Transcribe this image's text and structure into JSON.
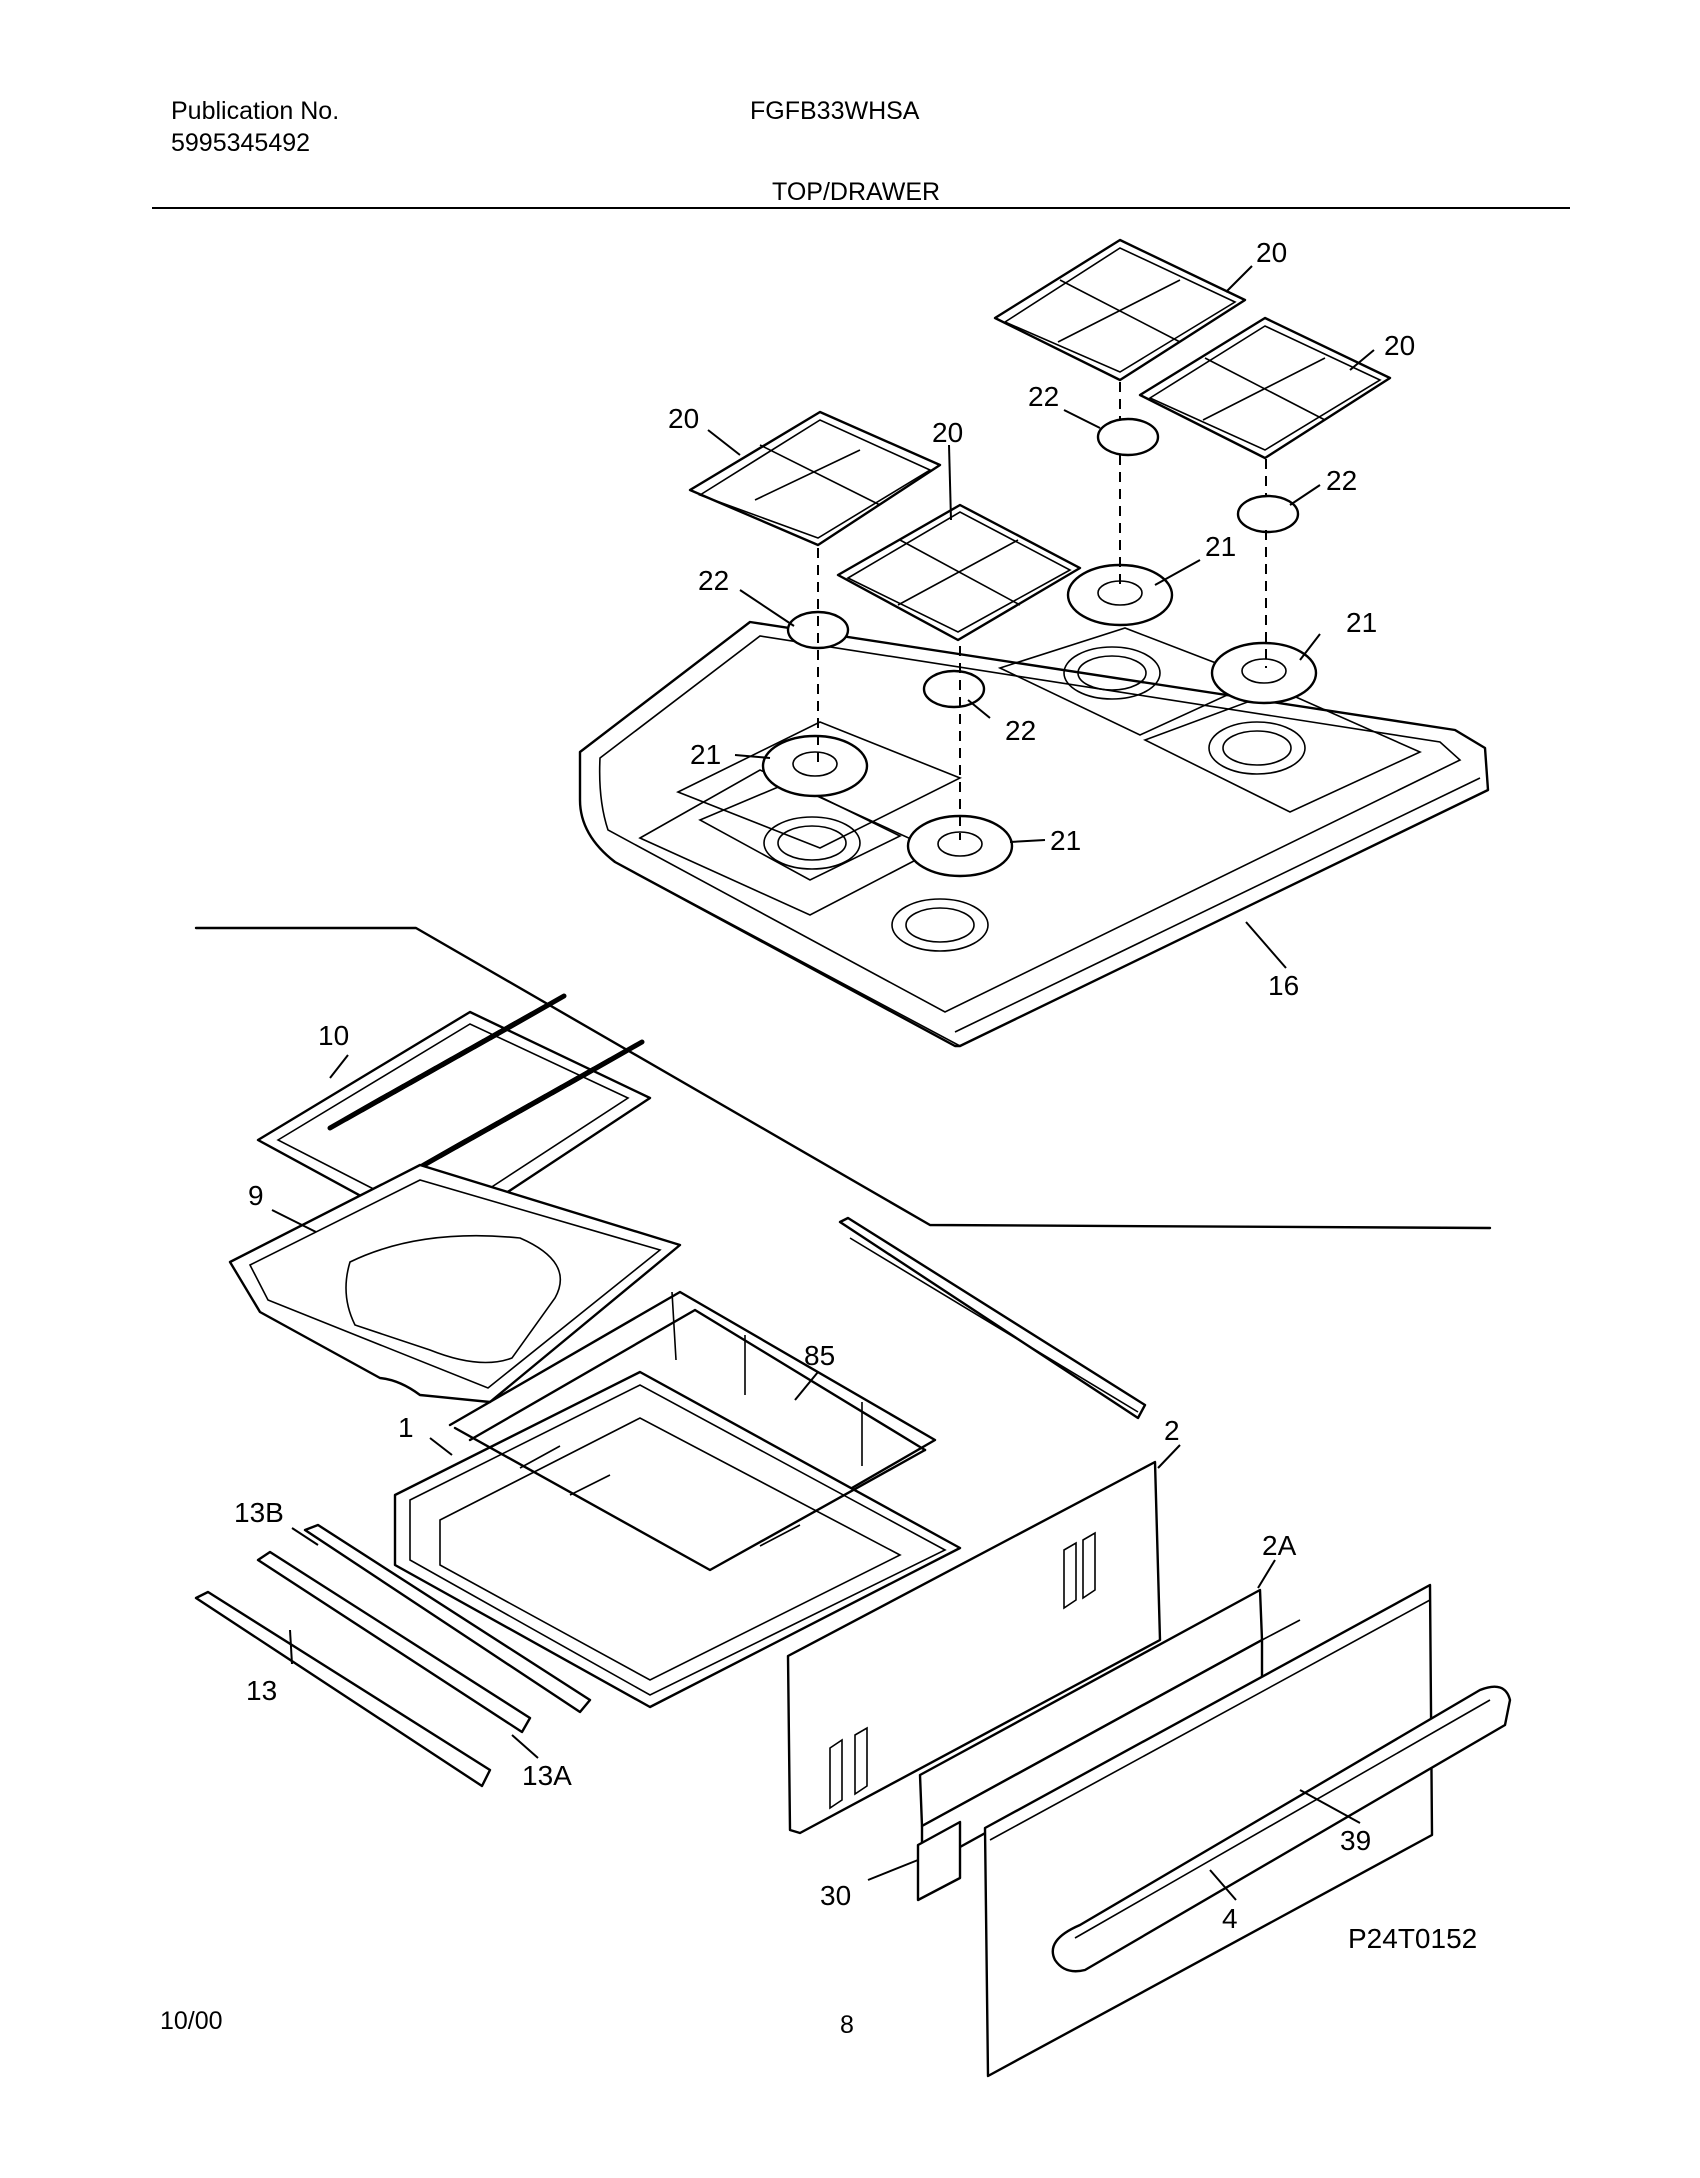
{
  "header": {
    "publication_label": "Publication No.",
    "publication_number": "5995345492",
    "model": "FGFB33WHSA",
    "section": "TOP/DRAWER"
  },
  "footer": {
    "date": "10/00",
    "page": "8",
    "drawing_id": "P24T0152"
  },
  "callouts": {
    "grate_a": "20",
    "grate_b": "20",
    "grate_c": "20",
    "grate_d": "20",
    "cap_a": "22",
    "cap_b": "22",
    "cap_c": "22",
    "cap_d": "22",
    "head_a": "21",
    "head_b": "21",
    "head_c": "21",
    "head_d": "21",
    "cooktop": "16",
    "broiler_insert": "10",
    "broiler_pan": "9",
    "rack": "85",
    "drawer_body": "1",
    "drawer_back": "2",
    "drawer_front_panel": "2A",
    "rail_left": "13",
    "rail_left_b": "13B",
    "rail_left_a": "13A",
    "spacer": "30",
    "handle": "39",
    "front": "4"
  }
}
